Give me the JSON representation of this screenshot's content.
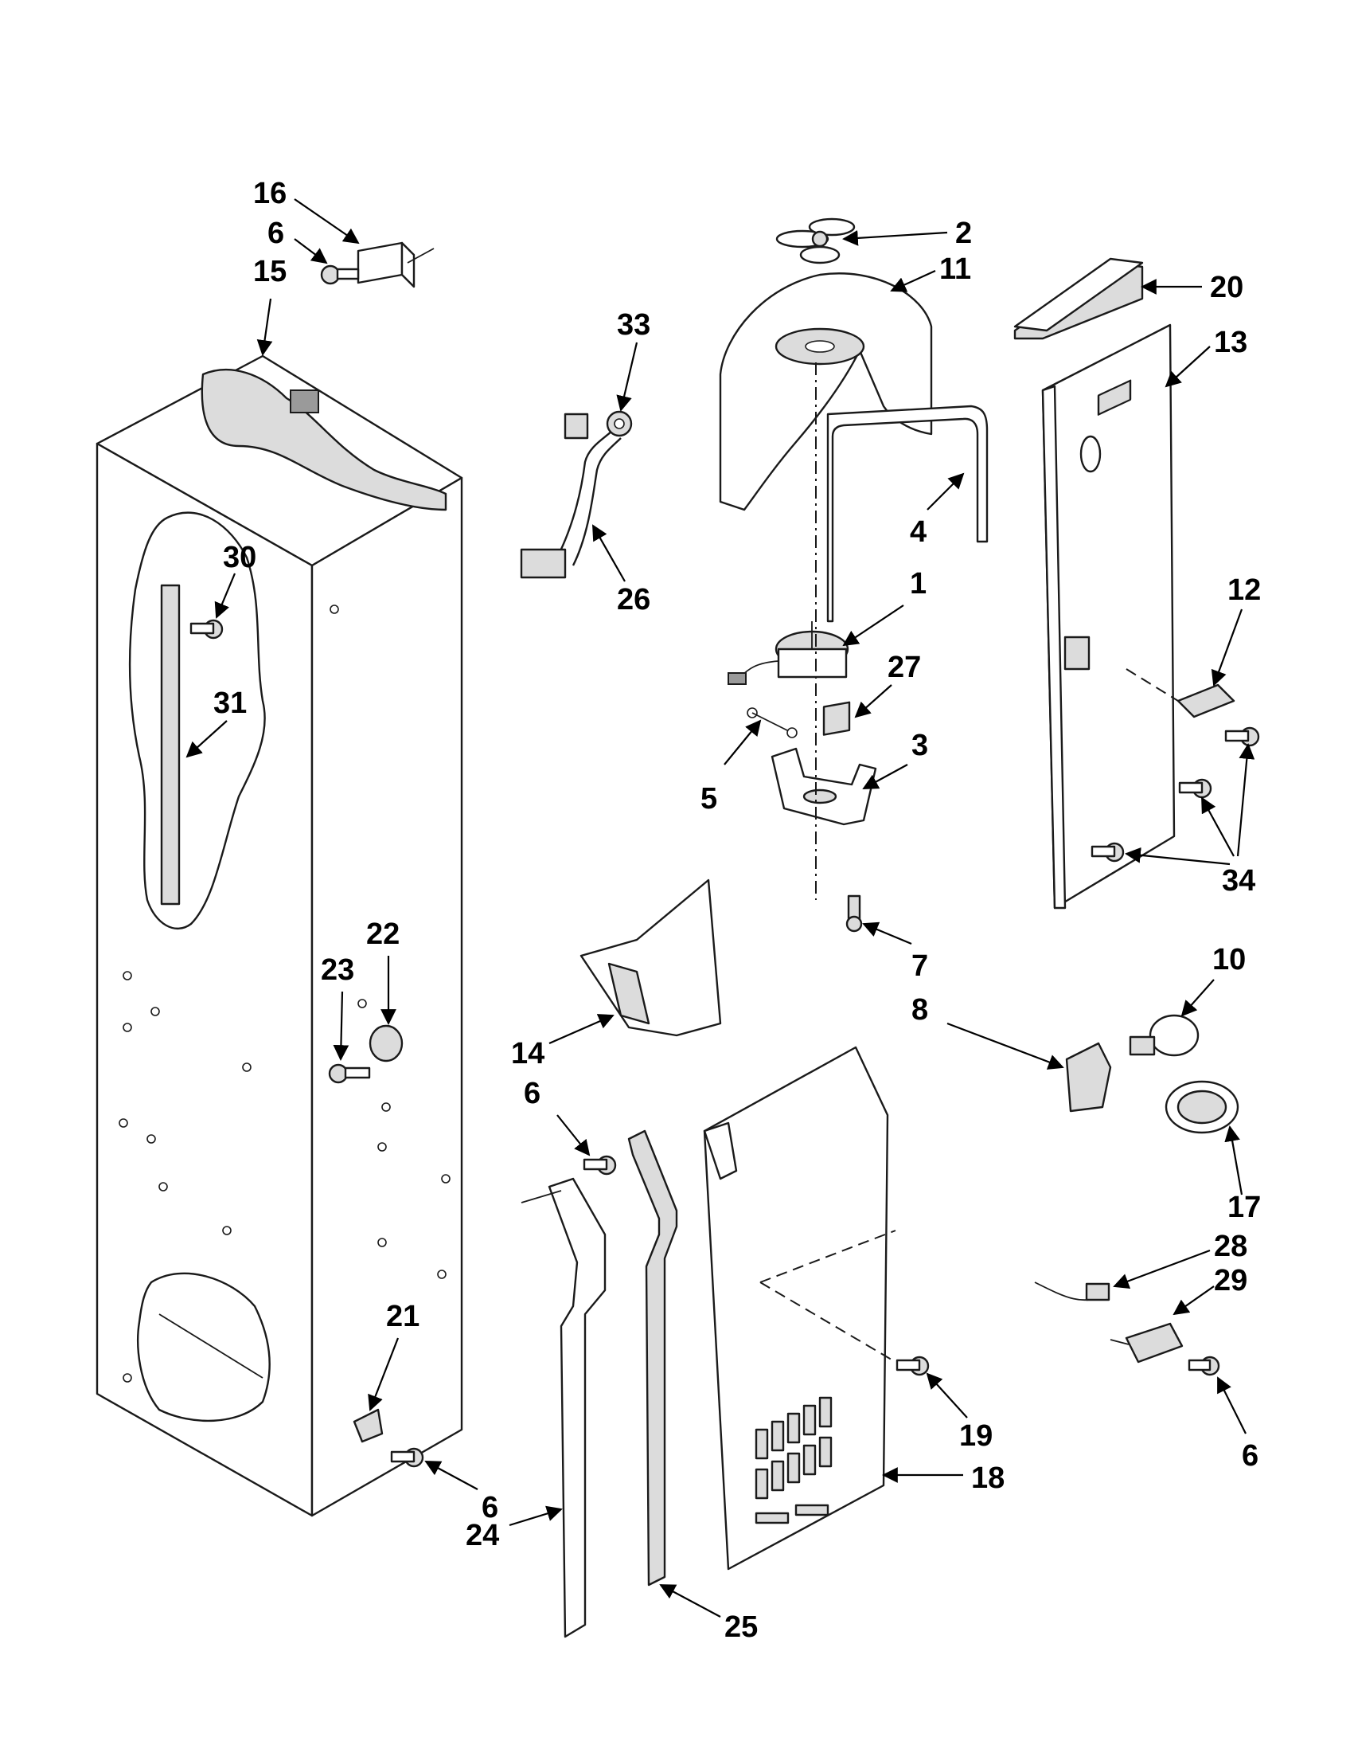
{
  "diagram": {
    "callouts": {
      "c16": "16",
      "c6a": "6",
      "c15": "15",
      "c33": "33",
      "c26": "26",
      "c2": "2",
      "c11": "11",
      "c20": "20",
      "c13": "13",
      "c4": "4",
      "c30": "30",
      "c31": "31",
      "c1": "1",
      "c27": "27",
      "c12": "12",
      "c3": "3",
      "c5": "5",
      "c34": "34",
      "c7": "7",
      "c10": "10",
      "c8": "8",
      "c22": "22",
      "c23": "23",
      "c14": "14",
      "c6b": "6",
      "c17": "17",
      "c28": "28",
      "c29": "29",
      "c21": "21",
      "c19": "19",
      "c6c": "6",
      "c6d": "6",
      "c18": "18",
      "c24": "24",
      "c25": "25"
    }
  }
}
